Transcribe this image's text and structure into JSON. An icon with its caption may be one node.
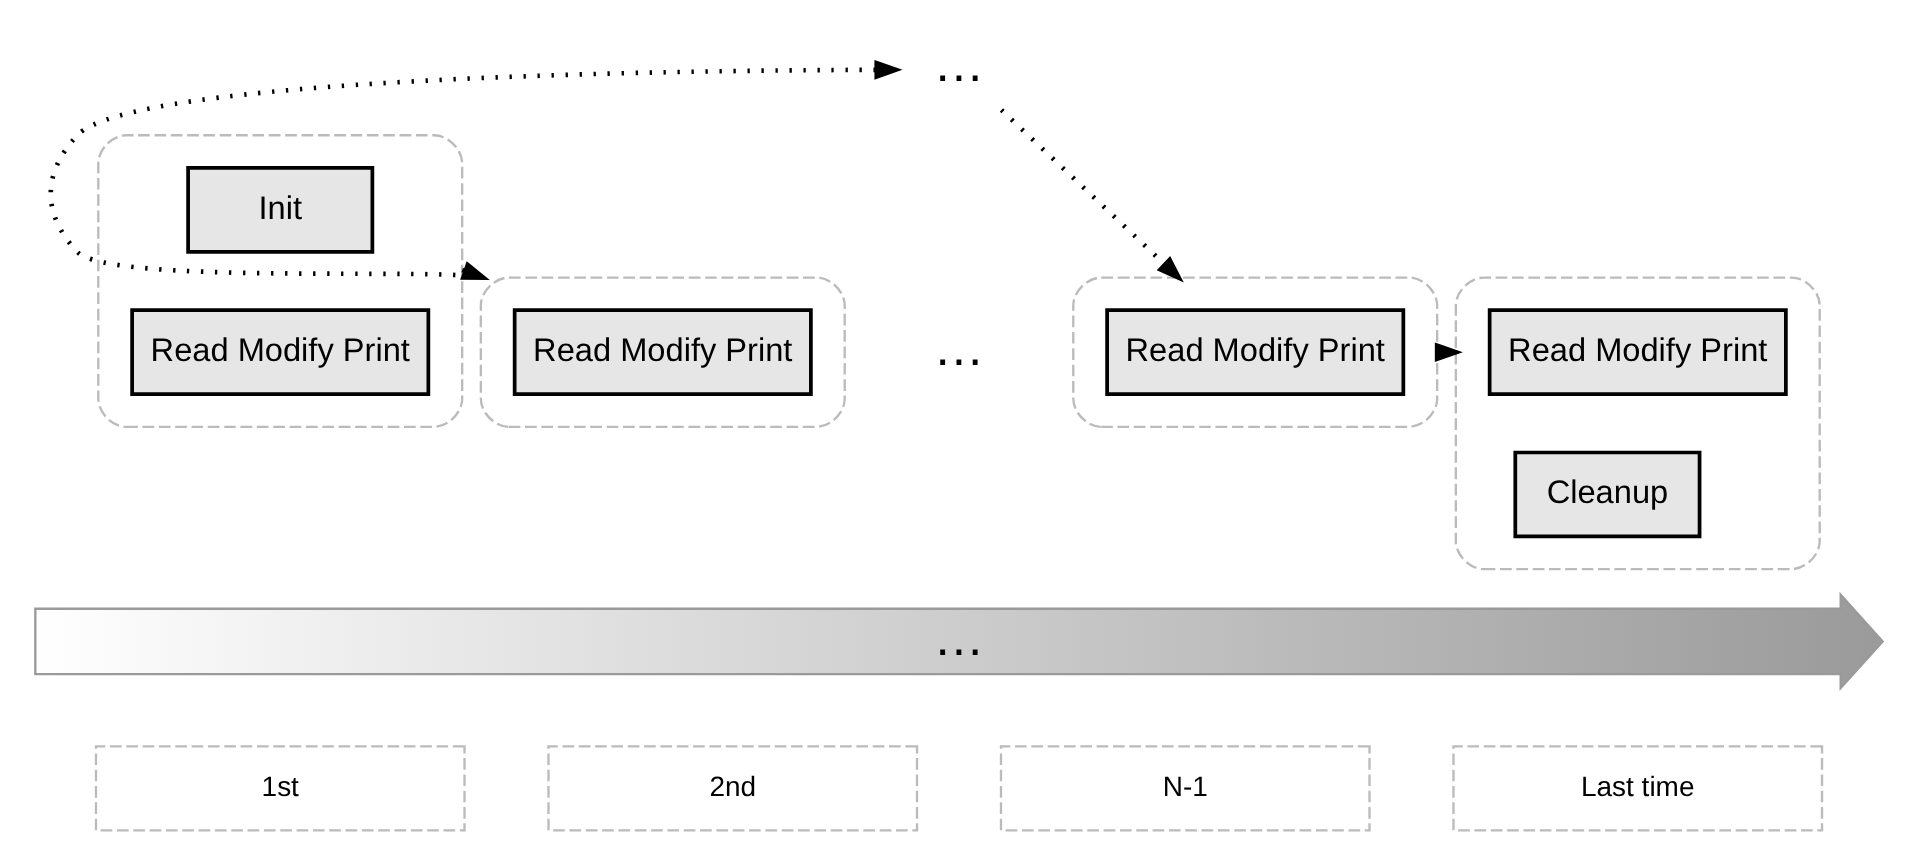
{
  "diagram": {
    "nodes": [
      {
        "text": [],
        "shape": "box"
      },
      {
        "text": [
          "Init"
        ],
        "in": 0
      },
      {
        "text": [
          "Read Modify Print"
        ],
        "in": 0
      },
      {
        "text": [],
        "shape": "box"
      },
      {
        "text": [
          "Read Modify Print"
        ],
        "in": 3
      },
      {
        "text": [
          "…"
        ]
      },
      {
        "text": [],
        "shape": "box"
      },
      {
        "text": [
          "Read Modify Print"
        ],
        "in": 6
      },
      {
        "text": [],
        "shape": "box"
      },
      {
        "text": [
          "Read Modify Print"
        ],
        "in": 8
      },
      {
        "text": [
          "Cleanup"
        ],
        "in": 8
      },
      {
        "text": [
          "…"
        ]
      },
      {
        "text": [
          "1st"
        ]
      },
      {
        "text": [
          "2nd"
        ]
      },
      {
        "text": [
          "N-1"
        ]
      },
      {
        "text": [
          "Last time"
        ]
      }
    ],
    "edges": [
      {
        "from": 0,
        "to": 3,
        "arrow": "to",
        "style": "dashed"
      },
      {
        "from": 3,
        "to": 5,
        "arrow": "to",
        "style": "dashed"
      },
      {
        "from": 5,
        "to": 6,
        "arrow": "to",
        "style": "dashed"
      },
      {
        "from": 6,
        "to": 8,
        "arrow": "to",
        "style": "dashed"
      }
    ],
    "labels": [
      "…"
    ]
  }
}
